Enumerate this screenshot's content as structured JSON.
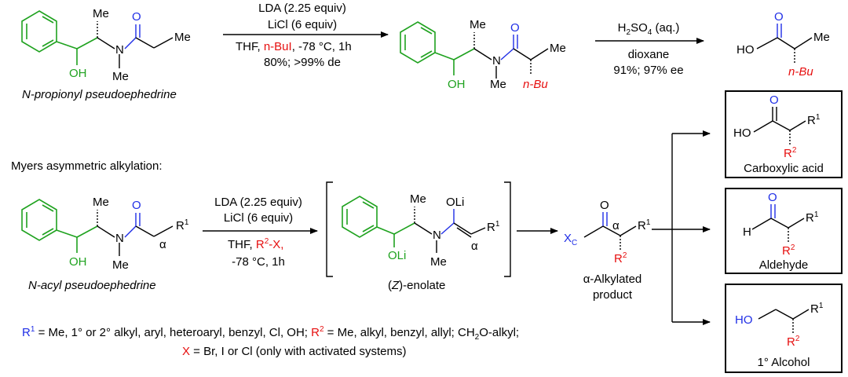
{
  "colors": {
    "green": "#1fa21f",
    "blue": "#1f2ee6",
    "red": "#e60f0f",
    "black": "#000000"
  },
  "top": {
    "start": {
      "me_label": "Me",
      "me2_label": "Me",
      "o_label": "O",
      "n_label": "N",
      "oh_label": "OH",
      "n_me_label": "Me",
      "caption": "N-propionyl pseudoephedrine"
    },
    "arrow1": {
      "line1": "LDA (2.25 equiv)",
      "line2": "LiCl (6 equiv)",
      "line3_prefix": "THF, ",
      "line3_reagent": "n-BuI",
      "line3_suffix": ", -78 °C, 1h",
      "line4": "80%; >99% de"
    },
    "product": {
      "me_label": "Me",
      "o_label": "O",
      "n_label": "N",
      "oh_label": "OH",
      "n_me_label": "Me",
      "me_alpha": "Me",
      "nbu_label": "n-Bu"
    },
    "arrow2": {
      "line1": "H2SO4 (aq.)",
      "line2": "dioxane",
      "line3": "91%; 97% ee"
    },
    "acid": {
      "o_label": "O",
      "ho_label": "HO",
      "me_label": "Me",
      "nbu_label": "n-Bu"
    }
  },
  "section_title": "Myers asymmetric alkylation:",
  "bottom": {
    "start": {
      "me_label": "Me",
      "o_label": "O",
      "n_label": "N",
      "oh_label": "OH",
      "n_me_label": "Me",
      "r1_label": "R1",
      "alpha": "α",
      "caption": "N-acyl pseudoephedrine"
    },
    "arrow": {
      "line1": "LDA (2.25 equiv)",
      "line2": "LiCl (6 equiv)",
      "line3_prefix": "THF, ",
      "line3_reagent": "R2-X,",
      "line4": "-78 °C, 1h"
    },
    "enolate": {
      "me_label": "Me",
      "oli_top": "OLi",
      "n_label": "N",
      "oli_bottom": "OLi",
      "n_me_label": "Me",
      "r1_label": "R1",
      "alpha": "α",
      "caption": "(Z)-enolate"
    },
    "product": {
      "o_label": "O",
      "xc_label": "XC",
      "alpha": "α",
      "r1_label": "R1",
      "r2_label": "R2",
      "caption_line1": "α-Alkylated",
      "caption_line2": "product"
    },
    "boxes": [
      {
        "label": "Carboxylic acid",
        "o": "O",
        "ho": "HO",
        "r1": "R1",
        "r2": "R2"
      },
      {
        "label": "Aldehyde",
        "o": "O",
        "h": "H",
        "r1": "R1",
        "r2": "R2"
      },
      {
        "label": "1° Alcohol",
        "ho": "HO",
        "r1": "R1",
        "r2": "R2"
      }
    ]
  },
  "footnote": {
    "line1_r1": "R1",
    "line1_text1": " = Me, 1° or 2°  alkyl, aryl, heteroaryl, benzyl, Cl, OH; ",
    "line1_r2": "R2",
    "line1_text2": " = Me, alkyl, benzyl, allyl; CH2O-alkyl;",
    "line2_x": "X",
    "line2_text": " = Br, I or Cl (only with activated systems)"
  }
}
